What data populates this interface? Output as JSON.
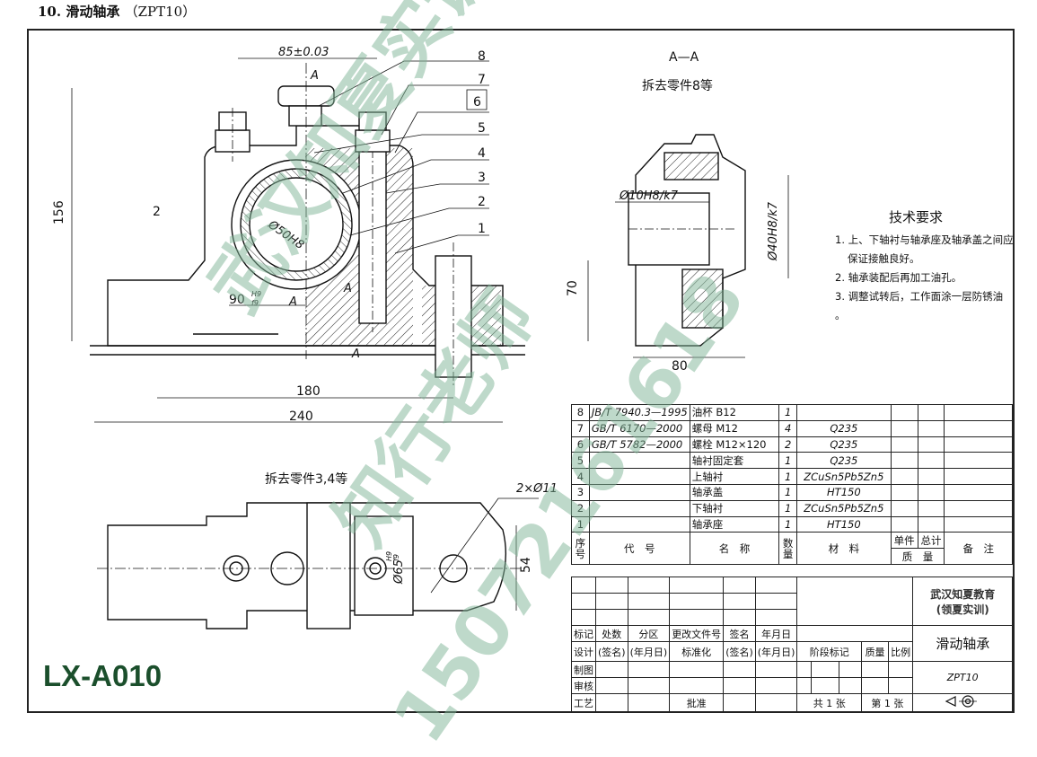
{
  "header": {
    "number": "10.",
    "title": "滑动轴承",
    "code": "（ZPT10）"
  },
  "drawing_code": "LX-A010",
  "front_view": {
    "dims": {
      "width_top": "85±0.03",
      "height": "156",
      "gap": "2",
      "bore": "Ø50H8",
      "fit": "90",
      "fit_h": "H9",
      "fit_f": "f9",
      "span": "180",
      "total": "240"
    },
    "section_marks": {
      "a_top": "A",
      "a_bottom": "A",
      "a_left": "A",
      "a_right": "A"
    },
    "balloons": [
      "8",
      "7",
      "6",
      "5",
      "4",
      "3",
      "2",
      "1"
    ]
  },
  "side_view": {
    "title": "A—A",
    "subtitle": "拆去零件8等",
    "dims": {
      "small_bore": "Ø10H8/k7",
      "big_bore": "Ø40H8/k7",
      "height": "70",
      "width": "80"
    }
  },
  "top_view": {
    "title": "拆去零件3,4等",
    "dims": {
      "holes": "2×Ø11",
      "width": "54",
      "shaft": "Ø65",
      "shaft_h": "H9",
      "shaft_f": "f9"
    }
  },
  "tech_req": {
    "title": "技术要求",
    "items": [
      "1. 上、下轴衬与轴承座及轴承盖之间应",
      "保证接触良好。",
      "2. 轴承装配后再加工油孔。",
      "3. 调整试转后，工作面涂一层防锈油 。"
    ]
  },
  "bom": {
    "rows": [
      {
        "no": "8",
        "code": "JB/T 7940.3—1995",
        "name": "油杯 B12",
        "qty": "1",
        "material": ""
      },
      {
        "no": "7",
        "code": "GB/T 6170—2000",
        "name": "螺母 M12",
        "qty": "4",
        "material": "Q235"
      },
      {
        "no": "6",
        "code": "GB/T 5782—2000",
        "name": "螺栓 M12×120",
        "qty": "2",
        "material": "Q235"
      },
      {
        "no": "5",
        "code": "",
        "name": "轴衬固定套",
        "qty": "1",
        "material": "Q235"
      },
      {
        "no": "4",
        "code": "",
        "name": "上轴衬",
        "qty": "1",
        "material": "ZCuSn5Pb5Zn5"
      },
      {
        "no": "3",
        "code": "",
        "name": "轴承盖",
        "qty": "1",
        "material": "HT150"
      },
      {
        "no": "2",
        "code": "",
        "name": "下轴衬",
        "qty": "1",
        "material": "ZCuSn5Pb5Zn5"
      },
      {
        "no": "1",
        "code": "",
        "name": "轴承座",
        "qty": "1",
        "material": "HT150"
      }
    ],
    "header": {
      "no": "序号",
      "code": "代　号",
      "name": "名　称",
      "qty": "数量",
      "material": "材　料",
      "unit": "单件",
      "total": "总计",
      "mass": "质　量",
      "remark": "备　注"
    }
  },
  "title_block": {
    "company": "武汉知夏教育",
    "company_sub": "(领夏实训)",
    "part_name": "滑动轴承",
    "part_code": "ZPT10",
    "labels": {
      "mark": "标记",
      "count": "处数",
      "zone": "分区",
      "change_doc": "更改文件号",
      "sign": "签名",
      "date": "年月日",
      "design": "设计",
      "sign2": "(签名)",
      "date2": "(年月日)",
      "std": "标准化",
      "sign3": "(签名)",
      "date3": "(年月日)",
      "stage": "阶段标记",
      "mass": "质量",
      "scale": "比例",
      "draw": "制图",
      "check": "审核",
      "process": "工艺",
      "approve": "批准",
      "sheets": "共 1 张",
      "sheet": "第 1 张"
    }
  },
  "watermark": {
    "line1": "武汉知夏实训",
    "line2": "知行老师",
    "line3": "15072161618"
  }
}
